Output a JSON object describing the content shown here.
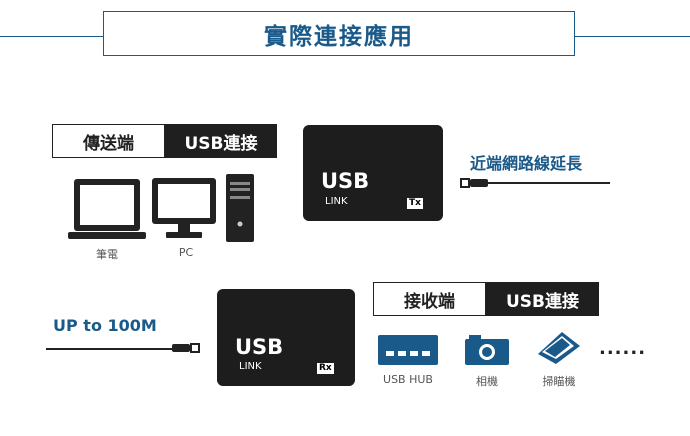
{
  "header": {
    "title": "實際連接應用"
  },
  "transmitter": {
    "side_label": "傳送端",
    "conn_label": "USB連接",
    "devices": [
      {
        "icon": "laptop-icon",
        "caption": "筆電"
      },
      {
        "icon": "monitor-icon",
        "caption": "PC"
      },
      {
        "icon": "tower-icon",
        "caption": ""
      }
    ],
    "unit": {
      "usb": "USB",
      "link": "LINK",
      "badge": "Tx"
    }
  },
  "cable_right": {
    "text": "近端網路線延長"
  },
  "cable_left": {
    "text": "UP to 100M"
  },
  "receiver": {
    "side_label": "接收端",
    "conn_label": "USB連接",
    "unit": {
      "usb": "USB",
      "link": "LINK",
      "badge": "Rx"
    },
    "devices": [
      {
        "icon": "usb-hub-icon",
        "caption": "USB HUB"
      },
      {
        "icon": "camera-icon",
        "caption": "相機"
      },
      {
        "icon": "scanner-icon",
        "caption": "掃瞄機"
      }
    ],
    "more": "......"
  },
  "colors": {
    "accent": "#1a5a8a",
    "dark": "#1d1d1d"
  }
}
